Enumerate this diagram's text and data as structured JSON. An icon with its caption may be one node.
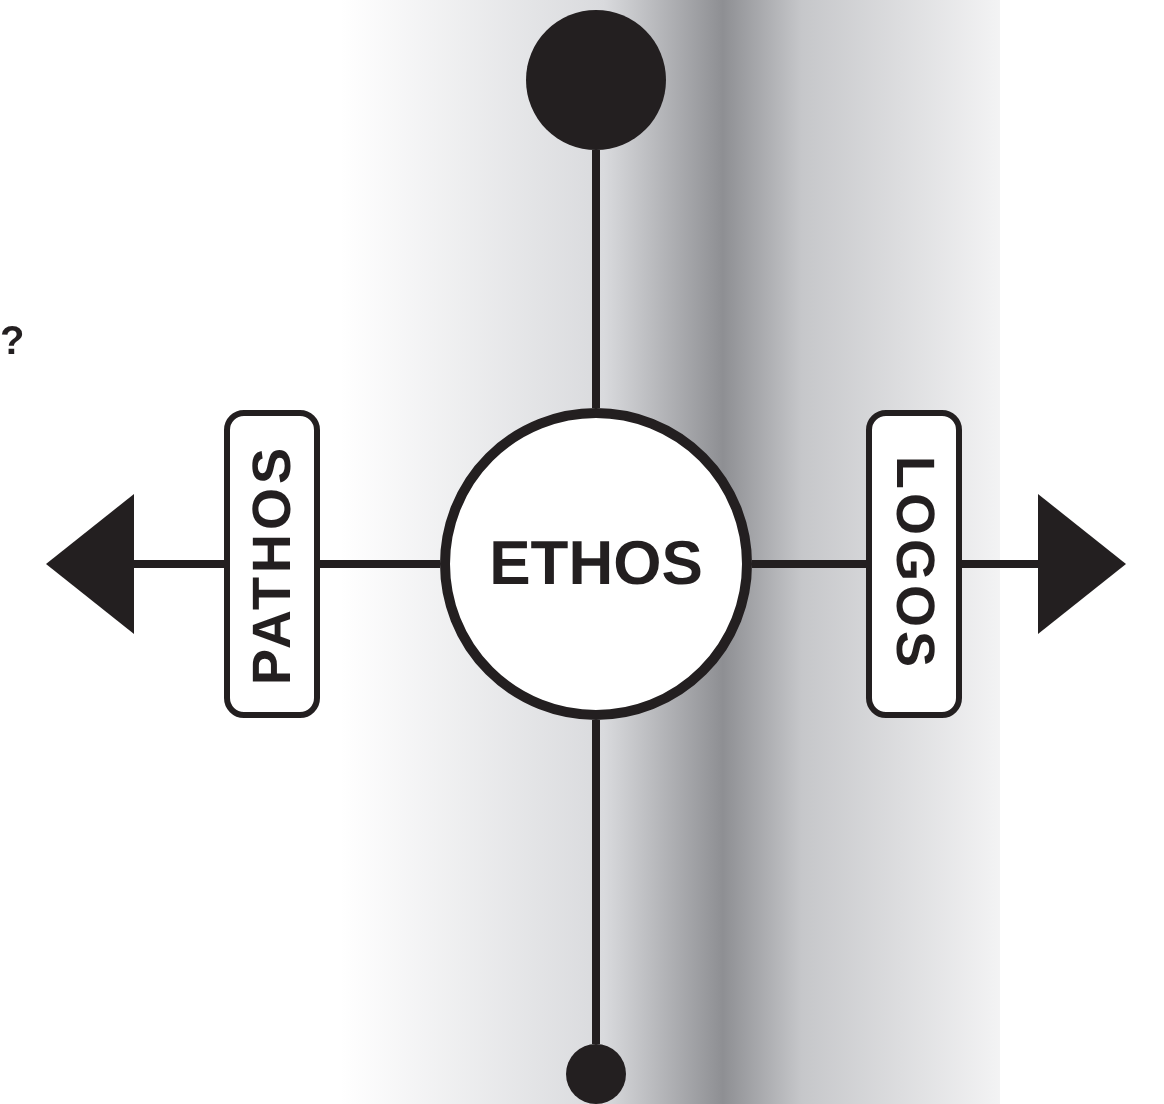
{
  "diagram": {
    "nodes": [
      {
        "text": [],
        "shape": "circle"
      },
      {
        "text": [
          "ETHOS"
        ]
      },
      {
        "text": [
          "PATHOS"
        ]
      },
      {
        "text": [
          "LOGOS"
        ]
      },
      {
        "text": [],
        "shape": "circle"
      }
    ],
    "edges": [
      {
        "from": 0,
        "to": 1,
        "arrow": "none"
      },
      {
        "from": 1,
        "to": 4,
        "arrow": "none"
      },
      {
        "from": 1,
        "to": 2,
        "arrow": "none"
      },
      {
        "from": 2,
        "to": null,
        "arrow": "to"
      },
      {
        "from": 1,
        "to": 3,
        "arrow": "none"
      },
      {
        "from": 3,
        "to": null,
        "arrow": "to"
      }
    ],
    "labels": [
      "?"
    ]
  }
}
